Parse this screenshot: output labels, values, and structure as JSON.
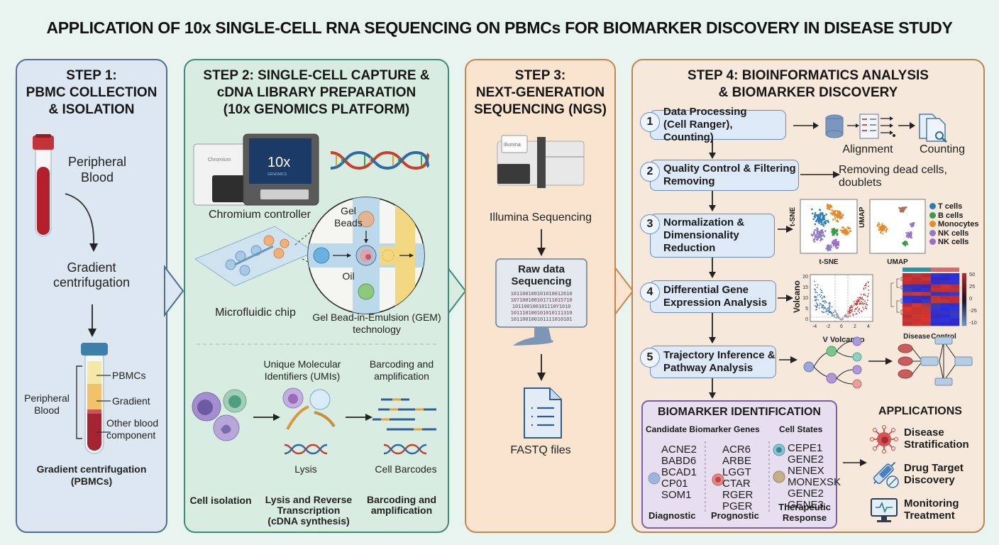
{
  "title": "APPLICATION OF 10x SINGLE-CELL RNA SEQUENCING ON PBMCs FOR BIOMARKER DISCOVERY IN DISEASE STUDY",
  "colors": {
    "background": "#e9f3ef",
    "step1": "#4f6e92",
    "step2": "#3c8a7a",
    "step3": "#c98648",
    "step4": "#b88553",
    "biomarker_box": "#7a62a6",
    "blood_red": "#b3202c"
  },
  "step1": {
    "title_line1": "STEP 1:",
    "title_line2": "PBMC COLLECTION",
    "title_line3": "& ISOLATION",
    "tube_label_line1": "Peripheral",
    "tube_label_line2": "Blood",
    "process_line1": "Gradient",
    "process_line2": "centrifugation",
    "layers": [
      "PBMCs",
      "Gradient",
      "Other blood",
      "component"
    ],
    "bracket_line1": "Peripheral",
    "bracket_line2": "Blood",
    "caption_line1": "Gradient centrifugation",
    "caption_line2": "(PBMCs)"
  },
  "step2": {
    "title_line1": "STEP 2: SINGLE-CELL CAPTURE &",
    "title_line2": "cDNA LIBRARY PREPARATION",
    "title_line3": "(10x GENOMICS PLATFORM)",
    "device_brand": "Chromium",
    "screen_logo": "10x",
    "screen_sub": "GENOMICS",
    "controller_label": "Chromium controller",
    "chip_label": "Microfluidic chip",
    "gel_beads_line1": "Gel",
    "gel_beads_line2": "Beads",
    "oil_label": "Oil",
    "gem_line1": "Gel Bead-in-Emulsion (GEM)",
    "gem_line2": "technology",
    "umi_line1": "Unique Molecular",
    "umi_line2": "Identifiers (UMIs)",
    "barcoding_top_line1": "Barcoding and",
    "barcoding_top_line2": "amplification",
    "lysis_label": "Lysis",
    "cell_barcodes_label": "Cell Barcodes",
    "cell_isolation": "Cell isolation",
    "lysis_rt_line1": "Lysis and Reverse",
    "lysis_rt_line2": "Transcription",
    "lysis_rt_line3": "(cDNA synthesis)",
    "barcoding_bottom_line1": "Barcoding and",
    "barcoding_bottom_line2": "amplification"
  },
  "step3": {
    "title_line1": "STEP 3:",
    "title_line2": "NEXT-GENERATION",
    "title_line3": "SEQUENCING (NGS)",
    "sequencer_brand": "illumina",
    "sequencer_label": "Illumina Sequencing",
    "monitor_title_line1": "Raw data",
    "monitor_title_line2": "Sequencing",
    "binary_lines": [
      "101100100101010012610",
      "107100100101711015710",
      "101100100101110Y1010",
      "101110100101010111310",
      "101100100101111010101"
    ],
    "fastq_label": "FASTQ files"
  },
  "step4": {
    "title_line1": "STEP 4: BIOINFORMATICS ANALYSIS",
    "title_line2": "& BIOMARKER DISCOVERY",
    "steps": [
      {
        "num": "1",
        "line1": "Data Processing",
        "line2": "(Cell Ranger), Counting)"
      },
      {
        "num": "2",
        "line1": "Quality Control & Filtering",
        "line2": "Removing"
      },
      {
        "num": "3",
        "line1": "Normalization &",
        "line2": "Dimensionality",
        "line3": "Reduction"
      },
      {
        "num": "4",
        "line1": "Differential Gene",
        "line2": "Expression Analysis"
      },
      {
        "num": "5",
        "line1": "Trajectory Inference &",
        "line2": "Pathway Analysis"
      }
    ],
    "alignment_label": "Alignment",
    "counting_label": "Counting",
    "qc_result_line1": "Removing dead cells,",
    "qc_result_line2": "doublets",
    "tsne_axis": "t-SNE",
    "tsne_label": "t-SNE",
    "umap_axis": "UMAP",
    "umap_label": "UMAP",
    "legend": [
      {
        "label": "T cells",
        "color": "#2a7db5"
      },
      {
        "label": "B cells",
        "color": "#3a9a48"
      },
      {
        "label": "Monocytes",
        "color": "#e8892b"
      },
      {
        "label": "NK cells",
        "color": "#8f7cc0"
      },
      {
        "label": "NK cells",
        "color": "#9a6ccb"
      }
    ],
    "volcano": {
      "ylabel": "Volcano",
      "xlabel": "V Volcanoo",
      "yticks": [
        "20",
        "15",
        "10",
        "5",
        "0"
      ],
      "xticks": [
        "-4",
        "-2",
        "6",
        "2",
        "4"
      ]
    },
    "heatmap": {
      "groups": [
        "Disease",
        "Control"
      ],
      "scale_ticks": [
        "50",
        "25",
        "0",
        "-25",
        "-10"
      ]
    }
  },
  "biomarker": {
    "title": "BIOMARKER IDENTIFICATION",
    "candidate_header": "Candidate Biomarker Genes",
    "cell_states_header": "Cell States",
    "diagnostic_genes": [
      "ACNE2",
      "BABD6",
      "BCAD1",
      "CP01",
      "SOM1"
    ],
    "prognostic_genes": [
      "ACR6",
      "ARBE",
      "LGGT",
      "CTAR",
      "RGER",
      "PGER"
    ],
    "therapeutic_genes": [
      "CEPE1",
      "GENE2",
      "NENEX",
      "MONEXSK",
      "GENE2",
      "GENE3"
    ],
    "diagnostic_label": "Diagnostic",
    "prognostic_label": "Prognostic",
    "therapeutic_line1": "Therapeutic",
    "therapeutic_line2": "Response"
  },
  "applications": {
    "title": "APPLICATIONS",
    "items": [
      {
        "line1": "Disease",
        "line2": "Stratification",
        "icon": "virus-icon"
      },
      {
        "line1": "Drug Target",
        "line2": "Discovery",
        "icon": "syringe-icon"
      },
      {
        "line1": "Monitoring",
        "line2": "Treatment",
        "icon": "monitor-heartbeat-icon"
      }
    ]
  }
}
